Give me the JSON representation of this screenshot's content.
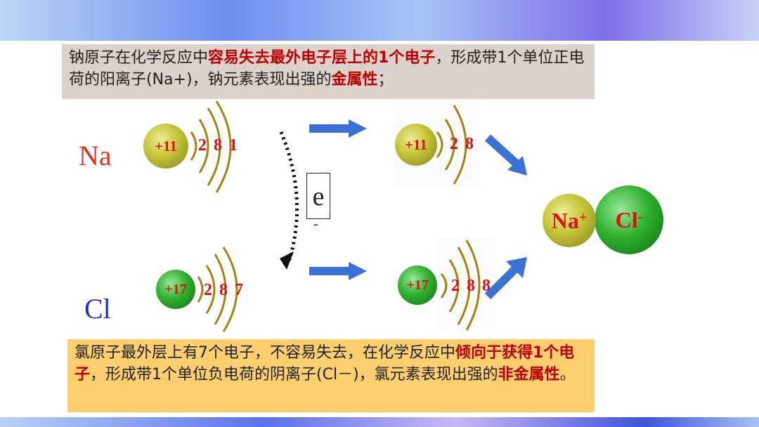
{
  "top_text": {
    "t1": "钠原子在化学反应中",
    "t2": "容易失去最外电子层上的1个电子",
    "t3": "，形成带1个单位正电荷的阳离子(Na+)，钠元素表现出强的",
    "t4": "金属性",
    "t5": "；"
  },
  "bottom_text": {
    "t1": "氯原子最外层上有7个电子，不容易失去，在化学反应中",
    "t2": "倾向于获得1个电子",
    "t3": "，形成带1个单位负电荷的阴离子(Cl－)，氯元素表现出强的",
    "t4": "非金属性",
    "t5": "。"
  },
  "na": {
    "symbol": "Na",
    "nucleus": "+11",
    "config": "2 8 1",
    "ion_config": "2 8"
  },
  "cl": {
    "symbol": "Cl",
    "nucleus": "+17",
    "config": "2 8 7",
    "ion_config": "2 8 8"
  },
  "electron": {
    "label": "e",
    "charge": "-"
  },
  "ions": {
    "na": "Na",
    "na_charge": "+",
    "cl": "Cl",
    "cl_charge": "-"
  },
  "colors": {
    "highlight": "#c00000",
    "arrow": "#3a72d6",
    "na_nucleus": "#c8c83a",
    "cl_nucleus": "#2fb02f",
    "number": "#e01010"
  }
}
